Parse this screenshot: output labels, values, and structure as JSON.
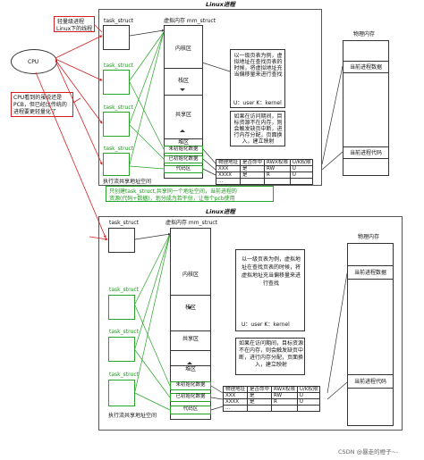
{
  "panel1": {
    "title": "Linux进程",
    "lwp_note_l1": "轻量级进程",
    "lwp_note_l2": "Linux下的线程",
    "cpu": "CPU",
    "cpu_note_l1": "CPU看到的虽说还是",
    "cpu_note_l2": "PCB，但已经比传统的",
    "cpu_note_l3": "进程要更轻量化了",
    "task_struct_main": "task_struct",
    "task_struct_labels": [
      "task_struct",
      "task_struct",
      "task_struct",
      "task_struct"
    ],
    "mm_struct": "虚拟内存 mm_struct",
    "kernel_area": "内核区",
    "stack_area": "栈区",
    "shared_area": "共享区",
    "heap_area": "堆区",
    "uninit_data": "未初始化数据",
    "init_data": "已初始化数据",
    "code_area": "代码区",
    "flow_label": "执行流共享地址空间",
    "page_note": "以一级页表为例，虚拟地址在查找页表的时候，将虚拟地址充当偏移量来进行查找",
    "uk_note": "U：user  K：kernel",
    "fault_note": "如果在访问期间，目标资源不在内存，则会触发缺页中断，进行内存分配，页面换入，建立映射",
    "table_headers": [
      "物理地址",
      "是否命中",
      "RWX权限",
      "U/K权限"
    ],
    "table_rows": [
      [
        "XXX",
        "是",
        "RW",
        "U"
      ],
      [
        "XXXX",
        "是",
        "R",
        "U"
      ],
      [
        "...",
        "",
        "",
        ""
      ]
    ],
    "phys_mem": "物理内存",
    "current_data": "当前进程数据",
    "current_code": "当前进程代码"
  },
  "middle_note_l1": "只创建task_struct,共享同一个地址空间，当前进程的",
  "middle_note_l2": "资源(代码+数据)，划分成为若干份，让每个pcb使用",
  "panel2": {
    "title": "Linux进程",
    "task_struct_main": "task_struct",
    "task_struct_labels": [
      "task_struct",
      "task_struct",
      "task_struct",
      "task_struct"
    ],
    "mm_struct": "虚拟内存 mm_struct",
    "kernel_area": "内核区",
    "stack_area": "栈区",
    "shared_area": "共享区",
    "heap_area": "堆区",
    "uninit_data": "未初始化数据",
    "init_data": "已初始化数据",
    "code_area": "代码区",
    "flow_label": "执行流共享地址空间",
    "page_note": "以一级页表为例，虚拟地址在查找页表的时候，将虚拟地址充当偏移量来进行查找",
    "uk_note": "U：user  K：kernel",
    "fault_note": "如果在访问期间，目标资源不在内存，则会触发缺页中断，进行内存分配，页面换入，建立映射",
    "table_headers": [
      "物理地址",
      "是否命中",
      "RWX权限",
      "U/K权限"
    ],
    "table_rows": [
      [
        "XXX",
        "是",
        "RW",
        "U"
      ],
      [
        "XXXX",
        "是",
        "R",
        "U"
      ],
      [
        "...",
        "",
        "",
        ""
      ]
    ],
    "phys_mem": "物理内存",
    "current_data": "当前进程数据",
    "current_code": "当前进程代码"
  },
  "watermark": "CSDN @暴走的橙子~-",
  "colors": {
    "green": "#29a329",
    "red": "#d42020",
    "black": "#333333"
  }
}
